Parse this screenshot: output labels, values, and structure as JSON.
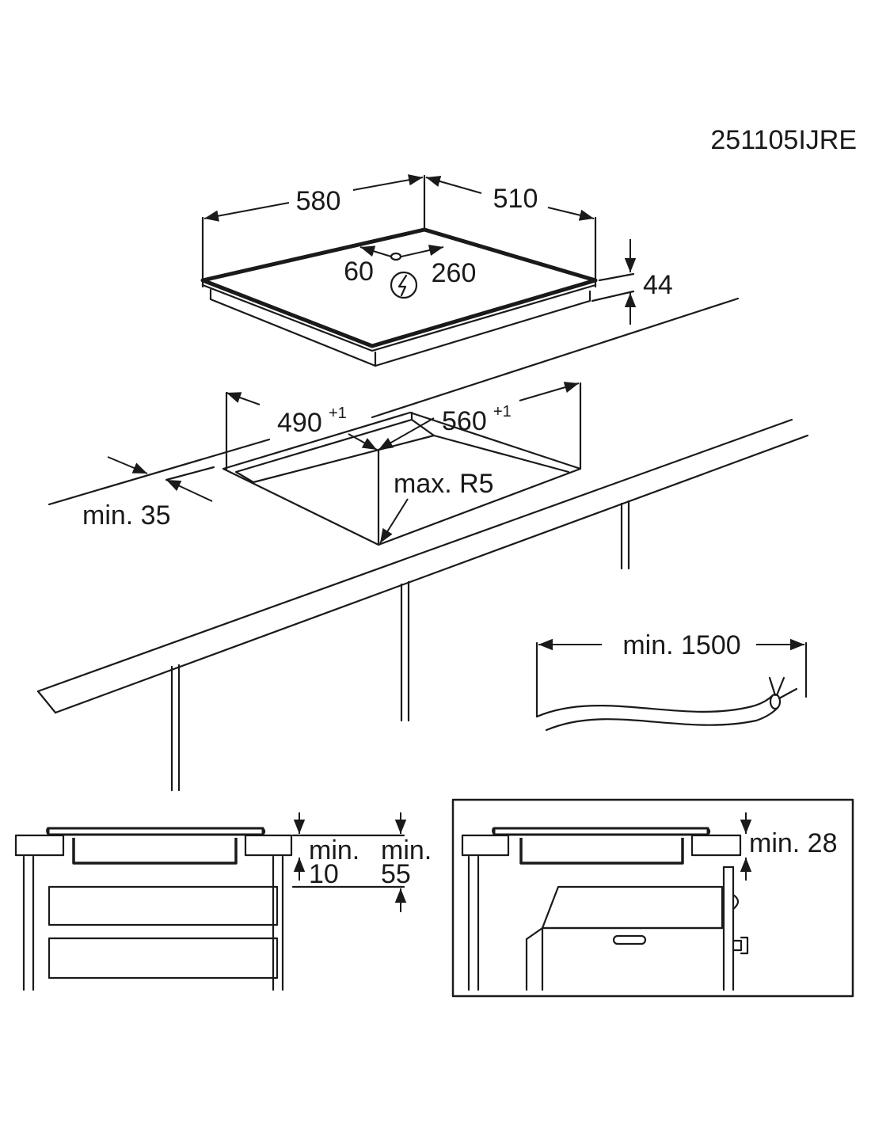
{
  "drawing_code": "251105IJRE",
  "hob": {
    "width": "580",
    "depth": "510",
    "height": "44",
    "connection_left": "60",
    "connection_right": "260",
    "power_symbol": "lightning-bolt-in-circle"
  },
  "cutout": {
    "depth": "490",
    "depth_tolerance": "+1",
    "width": "560",
    "width_tolerance": "+1",
    "corner_radius": "max. R5",
    "front_edge": "min. 35"
  },
  "cable": {
    "length": "min. 1500"
  },
  "section_left": {
    "label_a_line1": "min.",
    "label_a_line2": "10",
    "label_b_line1": "min.",
    "label_b_line2": "55"
  },
  "section_right": {
    "label": "min. 28"
  }
}
